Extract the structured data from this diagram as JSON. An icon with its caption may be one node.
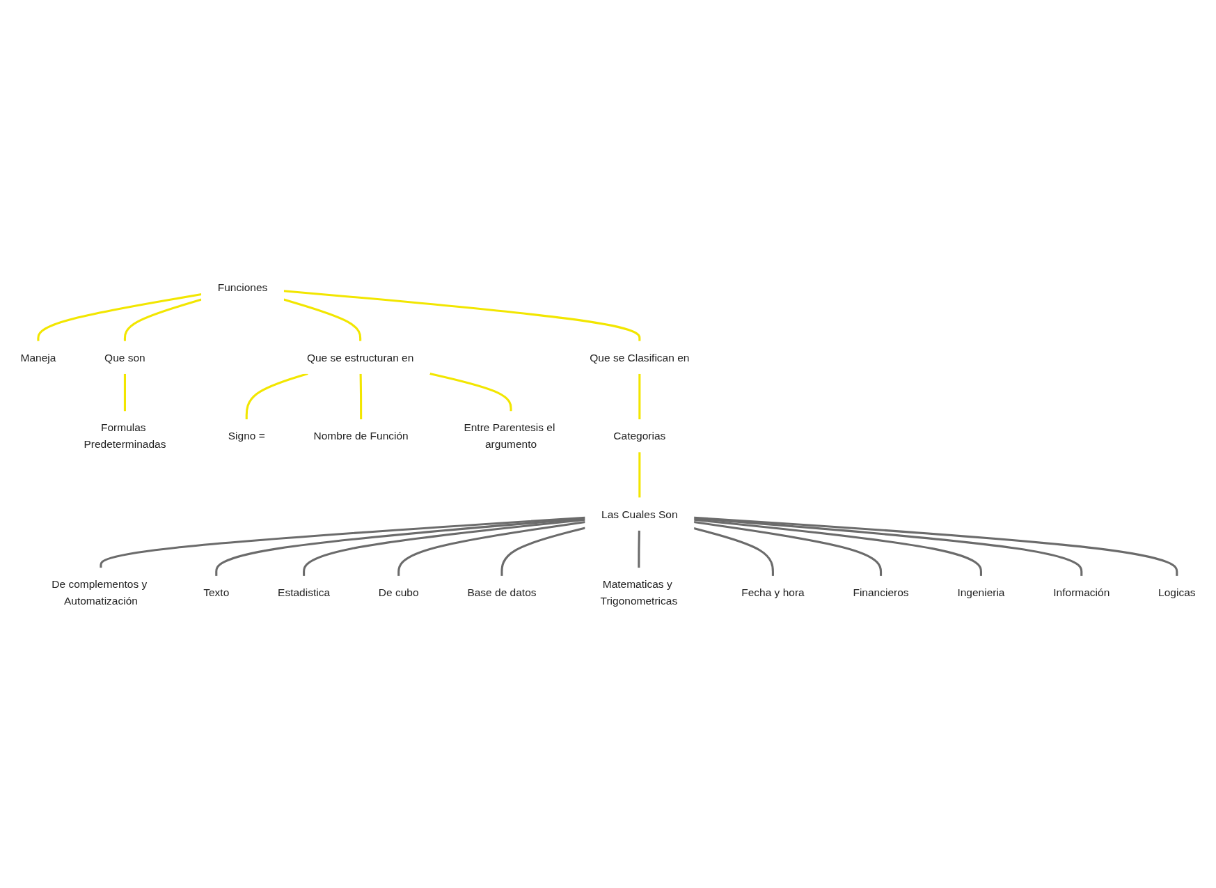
{
  "diagram": {
    "nodes": [
      {
        "text": [
          "Maneja"
        ]
      },
      {
        "text": [
          "Formulas Predeterminadas"
        ]
      },
      {
        "text": [
          "Que son"
        ]
      },
      {
        "text": [
          "Funciones"
        ]
      },
      {
        "text": [
          "Que se estructuran en"
        ]
      },
      {
        "text": [
          "Signo ="
        ]
      },
      {
        "text": [
          "Nombre de Función"
        ]
      },
      {
        "text": [
          "Entre Parentesis el argumento"
        ]
      },
      {
        "text": [
          "Que se Clasifican en"
        ]
      },
      {
        "text": [
          "Categorias"
        ]
      },
      {
        "text": [
          "De complementos y Automatización"
        ]
      },
      {
        "text": [
          "Las Cuales Son"
        ]
      },
      {
        "text": [
          "Texto"
        ]
      },
      {
        "text": [
          "Estadistica"
        ]
      },
      {
        "text": [
          "De cubo"
        ]
      },
      {
        "text": [
          "Base de datos"
        ]
      },
      {
        "text": [
          "Matematicas y Trigonometricas"
        ]
      },
      {
        "text": [
          "Fecha y hora"
        ]
      },
      {
        "text": [
          "Financieros"
        ]
      },
      {
        "text": [
          "Ingenieria"
        ]
      },
      {
        "text": [
          "Información"
        ]
      },
      {
        "text": [
          "Logicas"
        ]
      }
    ],
    "edges": [
      {
        "from": 3,
        "to": 0,
        "arrow": "none",
        "color": "#f2e600"
      },
      {
        "from": 3,
        "to": 2,
        "arrow": "none",
        "color": "#f2e600"
      },
      {
        "from": 2,
        "to": 1,
        "arrow": "none",
        "color": "#f2e600"
      },
      {
        "from": 3,
        "to": 4,
        "arrow": "none",
        "color": "#f2e600"
      },
      {
        "from": 4,
        "to": 5,
        "arrow": "none",
        "color": "#f2e600"
      },
      {
        "from": 4,
        "to": 6,
        "arrow": "none",
        "color": "#f2e600"
      },
      {
        "from": 4,
        "to": 7,
        "arrow": "none",
        "color": "#f2e600"
      },
      {
        "from": 3,
        "to": 8,
        "arrow": "none",
        "color": "#f2e600"
      },
      {
        "from": 8,
        "to": 9,
        "arrow": "none",
        "color": "#f2e600"
      },
      {
        "from": 9,
        "to": 11,
        "arrow": "none",
        "color": "#f2e600"
      },
      {
        "from": 11,
        "to": 10,
        "arrow": "none"
      },
      {
        "from": 11,
        "to": 12,
        "arrow": "none"
      },
      {
        "from": 11,
        "to": 13,
        "arrow": "none"
      },
      {
        "from": 11,
        "to": 14,
        "arrow": "none"
      },
      {
        "from": 11,
        "to": 15,
        "arrow": "none"
      },
      {
        "from": 11,
        "to": 16,
        "arrow": "none"
      },
      {
        "from": 11,
        "to": 17,
        "arrow": "none"
      },
      {
        "from": 11,
        "to": 18,
        "arrow": "none"
      },
      {
        "from": 11,
        "to": 19,
        "arrow": "none"
      },
      {
        "from": 11,
        "to": 20,
        "arrow": "none"
      },
      {
        "from": 11,
        "to": 21,
        "arrow": "none"
      }
    ]
  }
}
